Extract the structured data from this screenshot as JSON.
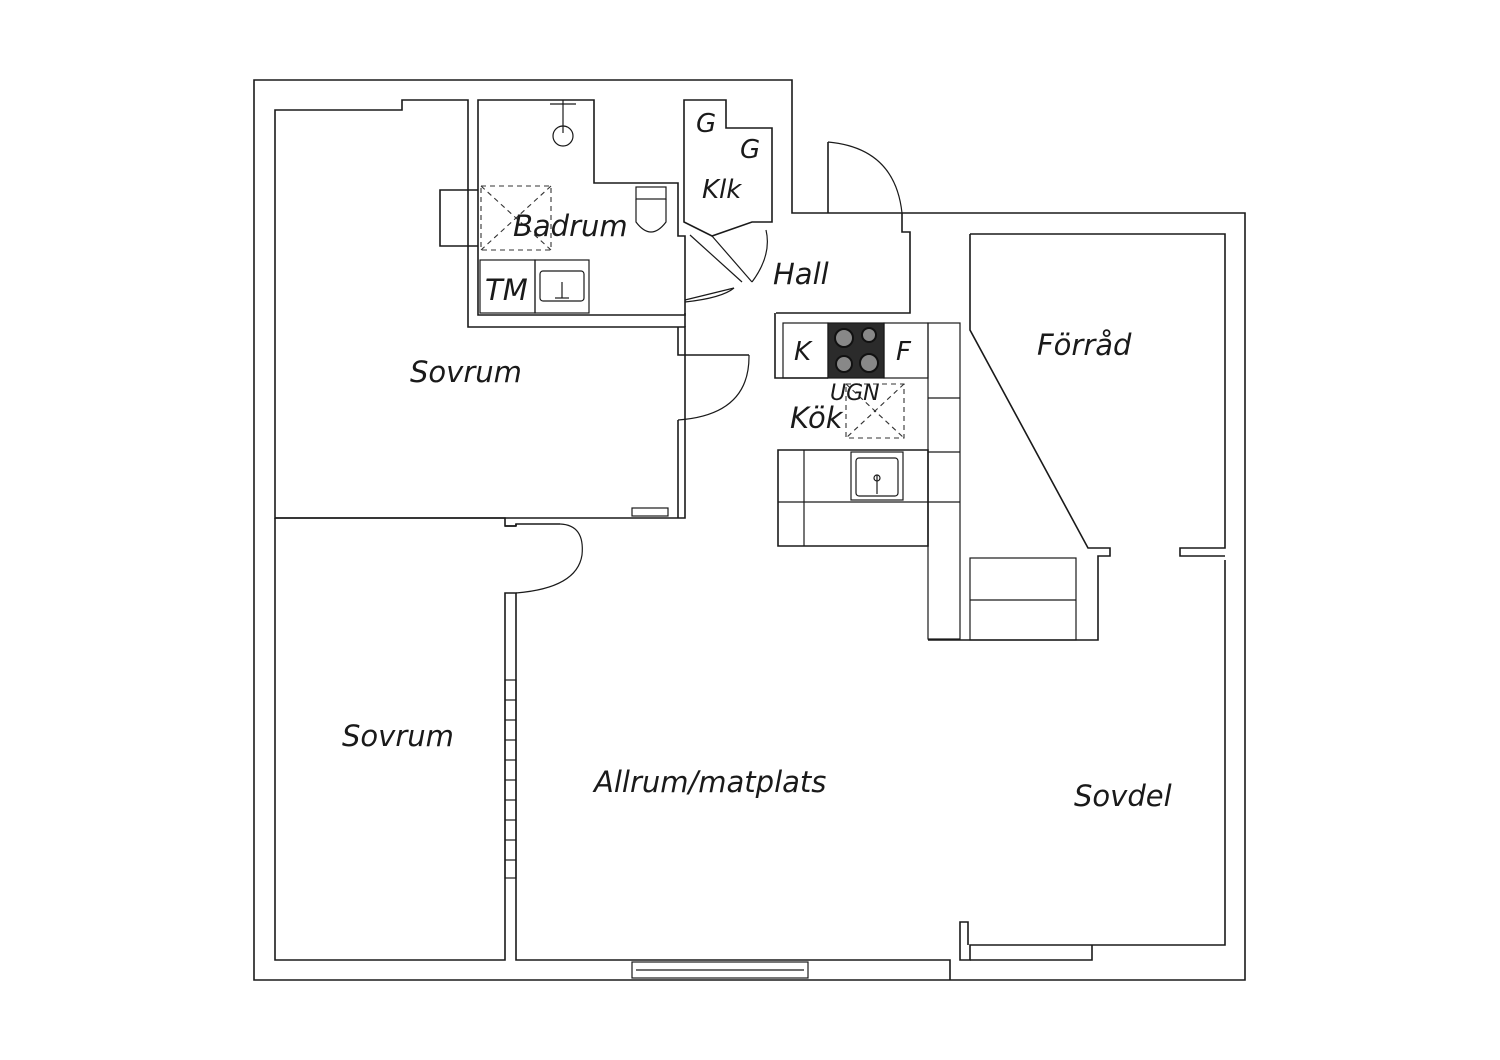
{
  "rooms": {
    "sovrum_top": "Sovrum",
    "sovrum_bottom": "Sovrum",
    "badrum": "Badrum",
    "tm": "TM",
    "klk": "Klk",
    "g1": "G",
    "g2": "G",
    "hall": "Hall",
    "kok": "Kök",
    "k": "K",
    "f": "F",
    "ugn": "UGN",
    "forrad": "Förråd",
    "allrum": "Allrum/matplats",
    "sovdel": "Sovdel"
  },
  "colors": {
    "line": "#1a1a1a",
    "stove": "#2b2b2b",
    "background": "#ffffff"
  }
}
